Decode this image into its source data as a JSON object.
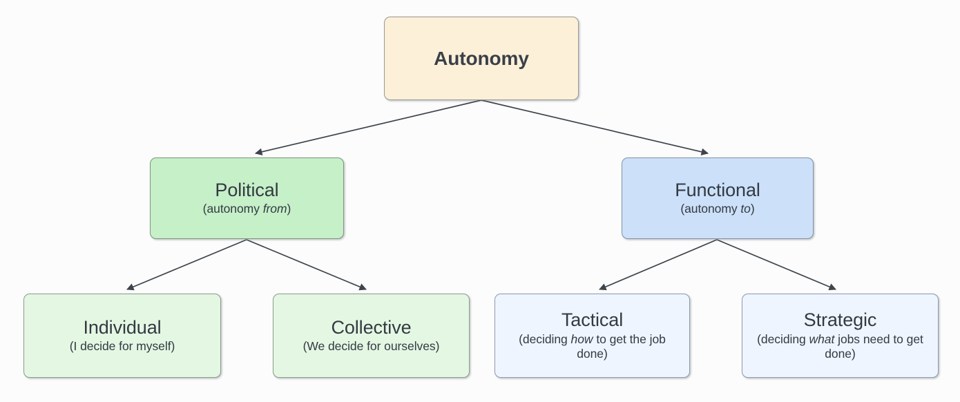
{
  "diagram": {
    "type": "tree",
    "background_color": "#fcfcfc",
    "edge_color": "#3d444c",
    "nodes": {
      "root": {
        "title": "Autonomy",
        "subtitle": "",
        "fill": "#fdf0d9",
        "stroke": "#9b9792"
      },
      "political": {
        "title": "Political",
        "subtitle_prefix": "(autonomy ",
        "subtitle_em": "from",
        "subtitle_suffix": ")",
        "fill": "#c6f0c8",
        "stroke": "#7f9481"
      },
      "functional": {
        "title": "Functional",
        "subtitle_prefix": "(autonomy ",
        "subtitle_em": "to",
        "subtitle_suffix": ")",
        "fill": "#cce0f9",
        "stroke": "#8392a6"
      },
      "individual": {
        "title": "Individual",
        "subtitle": "(I decide for myself)",
        "fill": "#e4f7e3",
        "stroke": "#8b9b8c"
      },
      "collective": {
        "title": "Collective",
        "subtitle": "(We decide for ourselves)",
        "fill": "#e4f7e3",
        "stroke": "#8b9b8c"
      },
      "tactical": {
        "title": "Tactical",
        "subtitle_prefix": "(deciding ",
        "subtitle_em": "how",
        "subtitle_suffix": " to get the job done)",
        "fill": "#eff5fe",
        "stroke": "#8c9aad"
      },
      "strategic": {
        "title": "Strategic",
        "subtitle_prefix": "(deciding ",
        "subtitle_em": "what",
        "subtitle_suffix": " jobs need to get done)",
        "fill": "#eff5fe",
        "stroke": "#8c9aad"
      }
    },
    "edges": [
      {
        "from": "root",
        "to": "political"
      },
      {
        "from": "root",
        "to": "functional"
      },
      {
        "from": "political",
        "to": "individual"
      },
      {
        "from": "political",
        "to": "collective"
      },
      {
        "from": "functional",
        "to": "tactical"
      },
      {
        "from": "functional",
        "to": "strategic"
      }
    ]
  }
}
